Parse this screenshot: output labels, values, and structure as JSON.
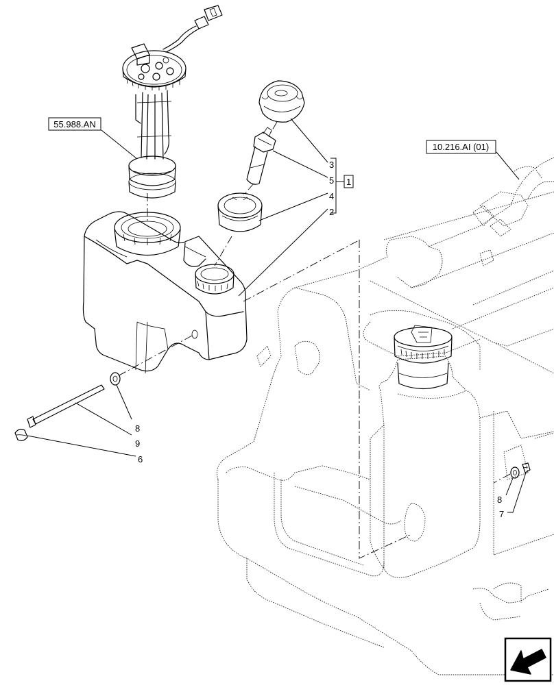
{
  "references": {
    "fuel_pump_ref": "55.988.AN",
    "fuel_tank_ref": "10.216.AI (01)"
  },
  "callouts": {
    "c3": "3",
    "c5": "5",
    "c4": "4",
    "c2": "2",
    "c1": "1",
    "c8a": "8",
    "c9": "9",
    "c6": "6",
    "c8b": "8",
    "c7": "7"
  },
  "icons": {
    "nav": "arrow-left-down-icon"
  }
}
